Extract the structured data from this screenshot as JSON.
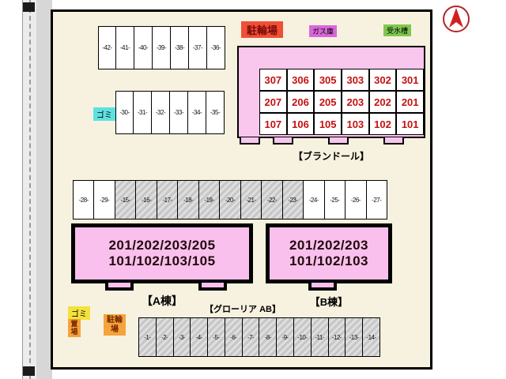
{
  "colors": {
    "site_bg": "#f7f2df",
    "building_fill": "#f9c6ee",
    "room_number": "#c41111",
    "bicycle_label_bg": "#f04f35",
    "gas_label_bg": "#d967d9",
    "water_label_bg": "#7fc74f",
    "trash_top_bg": "#5fe0e0",
    "trash_bottom_bg": "#f2e23c",
    "orange_label_bg": "#f5a43c",
    "compass_arrow": "#d41f1f"
  },
  "labels": {
    "bicycle_top": "駐輪場",
    "gas": "ガス庫",
    "water_tank": "受水槽",
    "trash_top": "ゴミ",
    "trash_bottom": "ゴミ",
    "trash_bottom_sub": "置場",
    "bicycle_bottom": "駐輪場",
    "brandoll": "【ブランドール】",
    "a_name": "【A棟】",
    "b_name": "【B棟】",
    "gloria": "【グローリア AB】"
  },
  "buildings": {
    "brandoll_rooms": [
      [
        "307",
        "306",
        "305",
        "303",
        "302",
        "301"
      ],
      [
        "207",
        "206",
        "205",
        "203",
        "202",
        "201"
      ],
      [
        "107",
        "106",
        "105",
        "103",
        "102",
        "101"
      ]
    ],
    "a_line1": "201/202/203/205",
    "a_line2": "101/102/103/105",
    "b_line1": "201/202/203",
    "b_line2": "101/102/103"
  },
  "parking": {
    "top_row": [
      "-42-",
      "-41-",
      "-40-",
      "-39-",
      "-38-",
      "-37-",
      "-36-"
    ],
    "mid_row": [
      "-30-",
      "-31-",
      "-32-",
      "-33-",
      "-34-",
      "-35-"
    ],
    "long_row": [
      "-28-",
      "-29-",
      "-15-",
      "-16-",
      "-17-",
      "-18-",
      "-19-",
      "-20-",
      "-21-",
      "-22-",
      "-23-",
      "-24-",
      "-25-",
      "-26-",
      "-27-"
    ],
    "bottom_row": [
      "-1-",
      "-2-",
      "-3-",
      "-4-",
      "-5-",
      "-6-",
      "-7-",
      "-8-",
      "-9-",
      "-10-",
      "-11-",
      "-12-",
      "-13-",
      "-14-"
    ]
  }
}
